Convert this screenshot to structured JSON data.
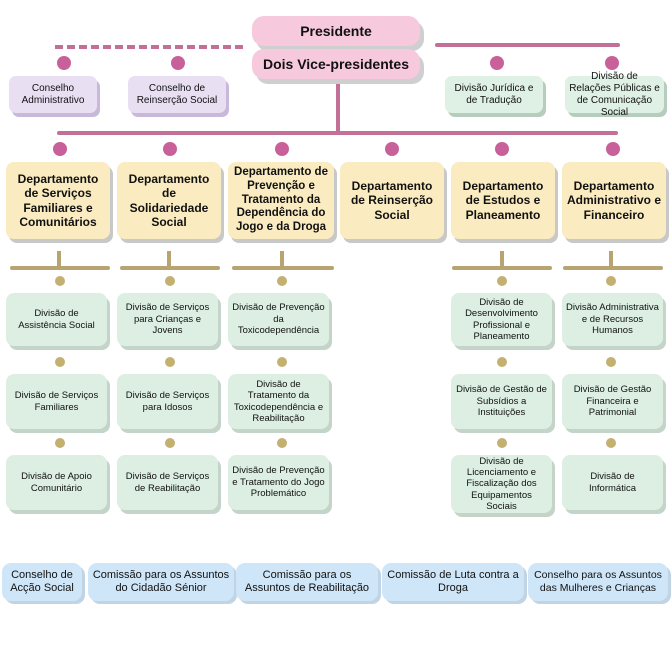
{
  "top": {
    "president": "Presidente",
    "vice_presidents": "Dois Vice-presidentes"
  },
  "advisory_left": [
    "Conselho Administrativo",
    "Conselho de Reinserção Social"
  ],
  "advisory_right": [
    "Divisão Jurídica e de Tradução",
    "Divisão de Relações Públicas e de Comunicação Social"
  ],
  "departments": [
    "Departamento de Serviços Familiares e Comunitários",
    "Departamento de Solidariedade Social",
    "Departamento de Prevenção e Tratamento da Dependência do Jogo e da Droga",
    "Departamento de Reinserção Social",
    "Departamento de Estudos e Planeamento",
    "Departamento Administrativo e Financeiro"
  ],
  "divisions": {
    "col1": [
      "Divisão de Assistência Social",
      "Divisão de Serviços Familiares",
      "Divisão de Apoio Comunitário"
    ],
    "col2": [
      "Divisão de Serviços para Crianças e Jovens",
      "Divisão de Serviços para Idosos",
      "Divisão de Serviços de Reabilitação"
    ],
    "col3": [
      "Divisão de Prevenção da Toxicodependência",
      "Divisão de Tratamento da Toxicodependência e Reabilitação",
      "Divisão de Prevenção e Tratamento do Jogo Problemático"
    ],
    "col5": [
      "Divisão de Desenvolvimento Profissional e Planeamento",
      "Divisão de Gestão de Subsídios a Instituições",
      "Divisão de Licenciamento e Fiscalização dos Equipamentos Sociais"
    ],
    "col6": [
      "Divisão Administrativa e de Recursos Humanos",
      "Divisão de Gestão Financeira e Patrimonial",
      "Divisão de Informática"
    ]
  },
  "committees": [
    "Conselho de Acção Social",
    "Comissão para os Assuntos do Cidadão Sénior",
    "Comissão para os Assuntos de Reabilitação",
    "Comissão de Luta contra a Droga",
    "Conselho para os Assuntos das Mulheres e Crianças"
  ],
  "colors": {
    "connector": "#c27096",
    "president_fill": "#f7c9dc",
    "department_fill": "#faebc0",
    "division_fill": "#dcefe2",
    "committee_fill": "#cfe6f8"
  }
}
